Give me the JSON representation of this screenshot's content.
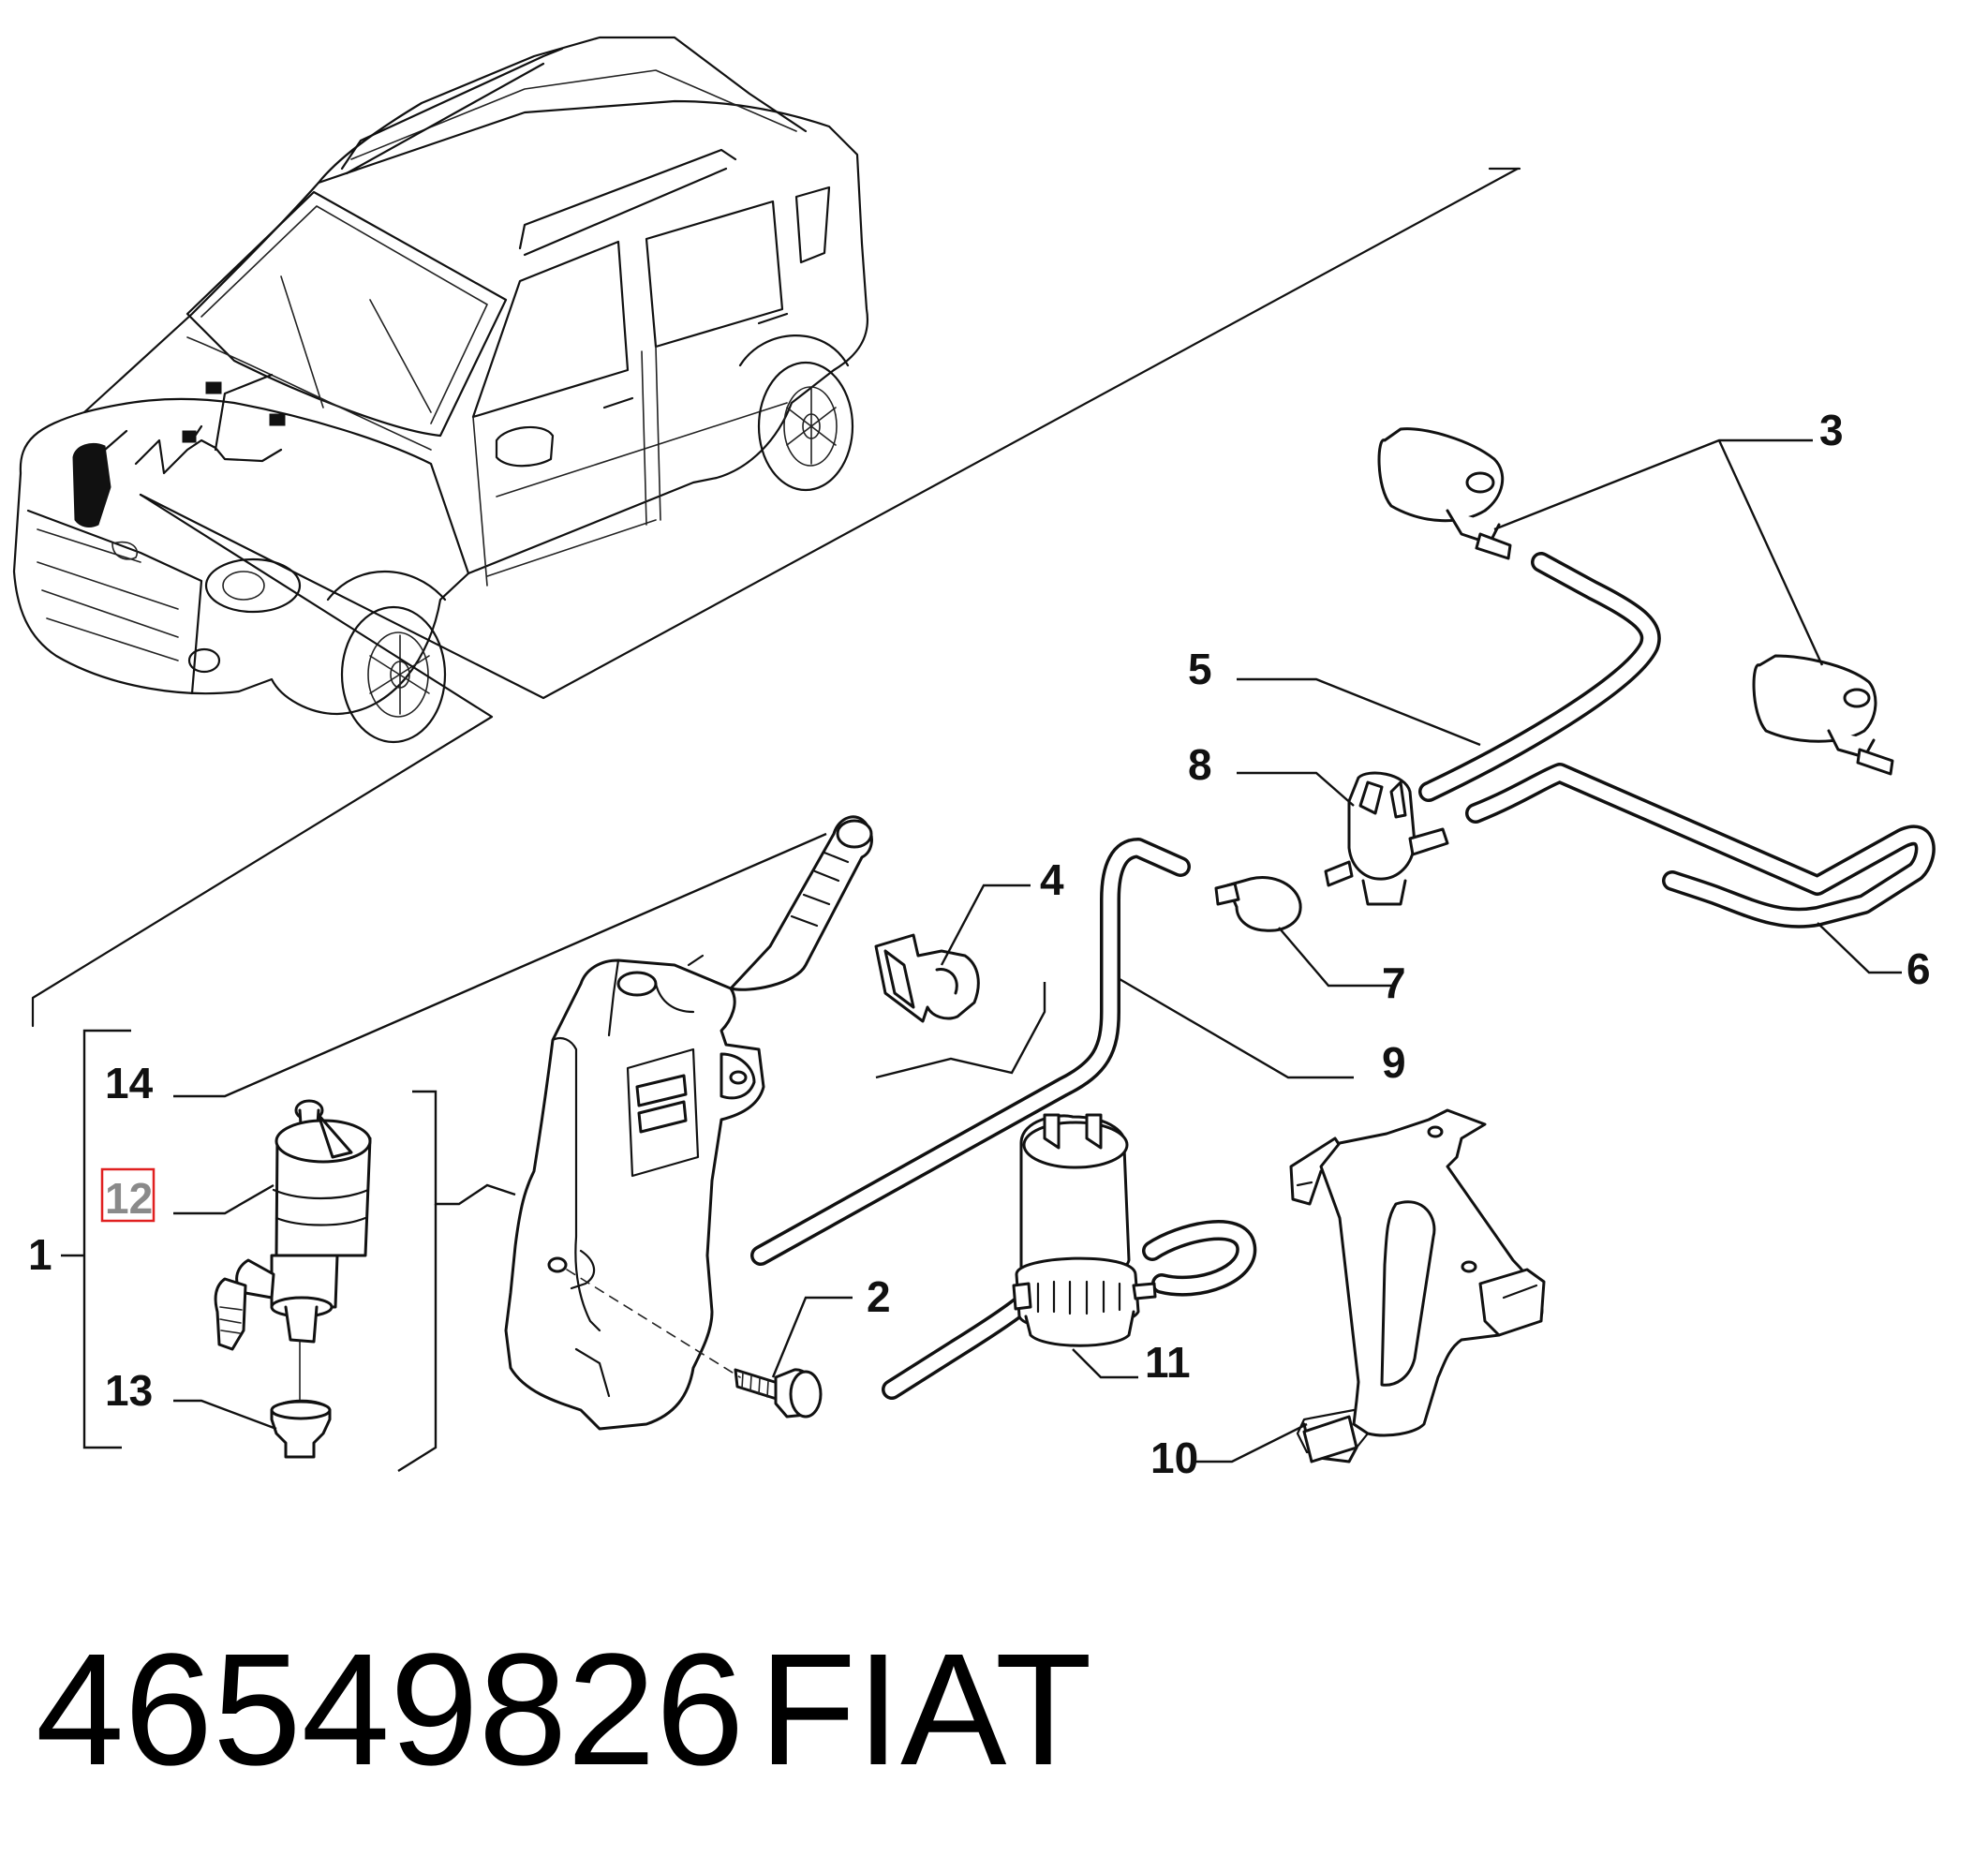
{
  "callouts": {
    "c1": "1",
    "c2": "2",
    "c3": "3",
    "c4": "4",
    "c5": "5",
    "c6": "6",
    "c7": "7",
    "c8": "8",
    "c9": "9",
    "c10": "10",
    "c11": "11",
    "c12": "12",
    "c13": "13",
    "c14": "14"
  },
  "highlight": {
    "callout": "12",
    "box_color": "#e02020"
  },
  "footer": {
    "part_number": "46549826",
    "brand": "FIAT"
  }
}
